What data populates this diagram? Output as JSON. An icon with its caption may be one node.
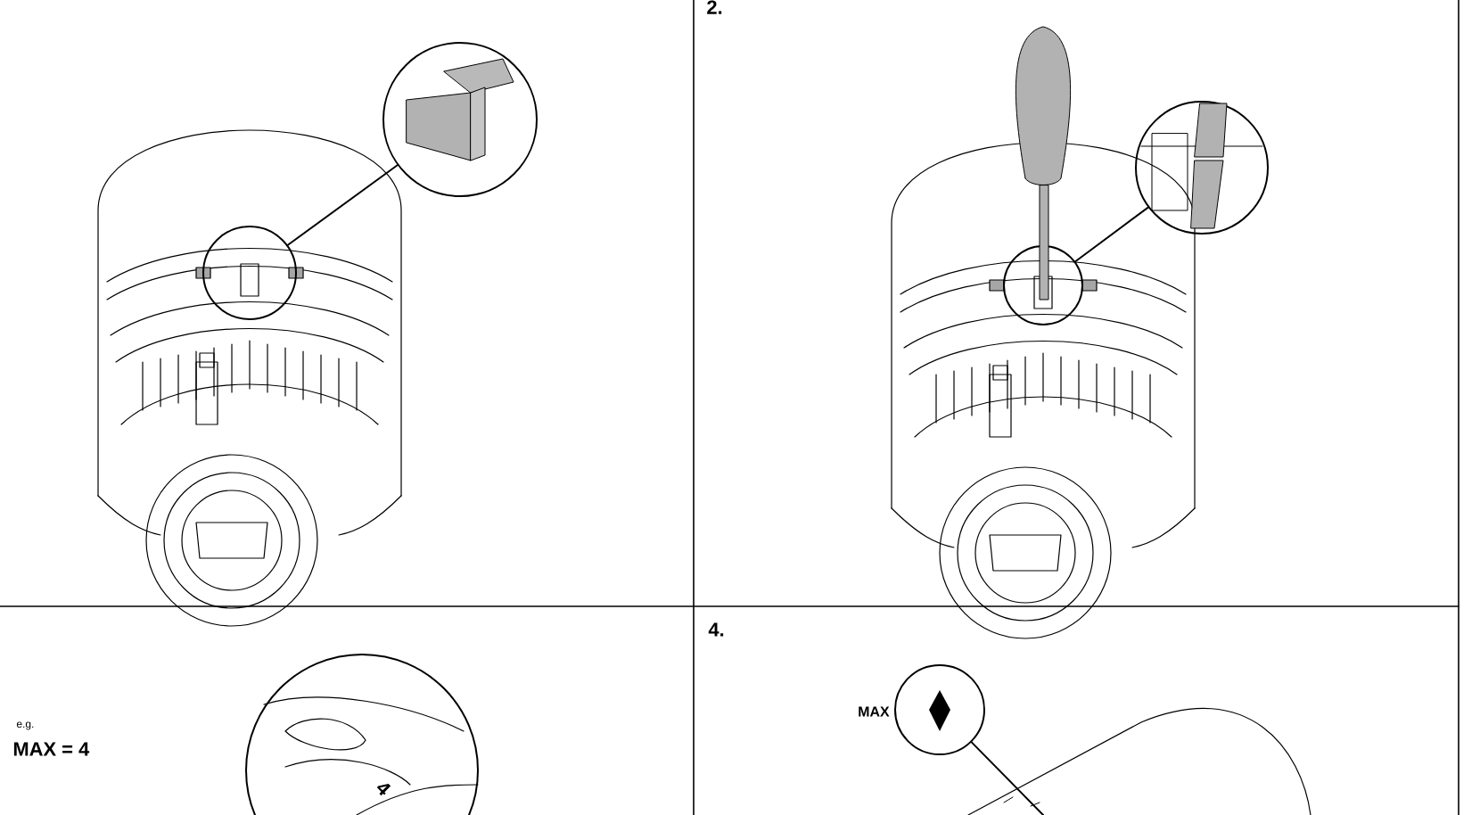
{
  "diagram": {
    "nodes": [
      {
        "text": [],
        "shape": "circle"
      },
      {
        "text": [],
        "shape": "circle"
      },
      {
        "text": [],
        "shape": "circle"
      },
      {
        "text": [],
        "shape": "circle"
      },
      {
        "text": [],
        "shape": "circle",
        "beside": [
          "MAX"
        ]
      }
    ],
    "edges": [
      {
        "from": 0,
        "to": 1,
        "arrow": "none"
      },
      {
        "from": 2,
        "to": 3,
        "arrow": "none"
      },
      {
        "from": 4,
        "to": null,
        "arrow": "none"
      }
    ],
    "labels": [
      "2.",
      "e.g.",
      "MAX = 4",
      "4.",
      "4"
    ]
  }
}
